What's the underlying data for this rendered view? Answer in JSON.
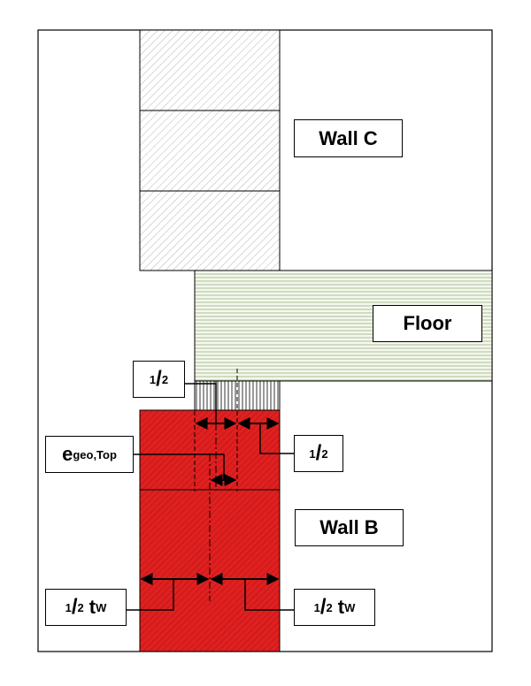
{
  "labels": {
    "wall_c": "Wall C",
    "floor": "Floor",
    "wall_b": "Wall B",
    "half_top": {
      "num": "1",
      "den": "2"
    },
    "half_right": {
      "num": "1",
      "den": "2"
    },
    "ecc": {
      "base": "e",
      "sub": "geo,Top"
    },
    "half_tw_left": {
      "num": "1",
      "den": "2",
      "var": "t",
      "sub": "W"
    },
    "half_tw_right": {
      "num": "1",
      "den": "2",
      "var": "t",
      "sub": "W"
    }
  },
  "colors": {
    "wall_b_fill": "#e02020",
    "wall_c_hatch": "#9a9a9a",
    "floor_lines": "#9ab07a",
    "outline": "#000000"
  }
}
